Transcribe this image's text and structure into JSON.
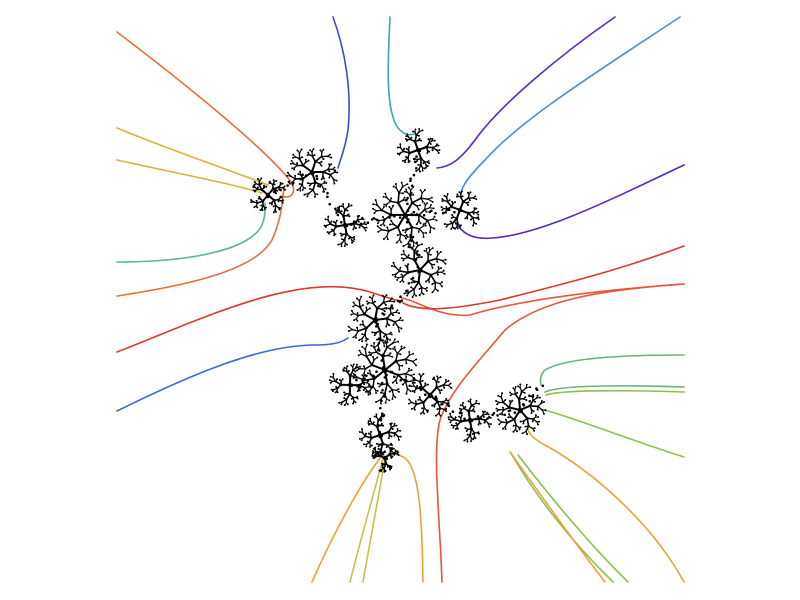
{
  "figure": {
    "background": "#ffffff",
    "julia_color": "#000000",
    "external_rays": [
      {
        "id": "ray-1",
        "color": "#e8703a"
      },
      {
        "id": "ray-2",
        "color": "#d9b43a"
      },
      {
        "id": "ray-3",
        "color": "#d9b43a"
      },
      {
        "id": "ray-4",
        "color": "#5ab4a0"
      },
      {
        "id": "ray-5",
        "color": "#e8703a"
      },
      {
        "id": "ray-6",
        "color": "#3a4fd0"
      },
      {
        "id": "ray-7",
        "color": "#3fa3b0"
      },
      {
        "id": "ray-8",
        "color": "#5b2bb8"
      },
      {
        "id": "ray-9",
        "color": "#4a8fcf"
      },
      {
        "id": "ray-10",
        "color": "#5b2bb8"
      },
      {
        "id": "ray-11",
        "color": "#d93a2b"
      },
      {
        "id": "ray-12",
        "color": "#e8553a"
      },
      {
        "id": "ray-13",
        "color": "#d93a2b"
      },
      {
        "id": "ray-14",
        "color": "#3a6ad0"
      },
      {
        "id": "ray-15",
        "color": "#66b57a"
      },
      {
        "id": "ray-16",
        "color": "#66b57a"
      },
      {
        "id": "ray-17",
        "color": "#8cc24a"
      },
      {
        "id": "ray-18",
        "color": "#8cc24a"
      },
      {
        "id": "ray-19",
        "color": "#e8a23a"
      },
      {
        "id": "ray-20",
        "color": "#8cc24a"
      },
      {
        "id": "ray-21",
        "color": "#8cc24a"
      },
      {
        "id": "ray-22",
        "color": "#e8a23a"
      },
      {
        "id": "ray-23",
        "color": "#e8553a"
      },
      {
        "id": "ray-24",
        "color": "#e8a23a"
      },
      {
        "id": "ray-25",
        "color": "#c8c24a"
      },
      {
        "id": "ray-26",
        "color": "#c8c24a"
      },
      {
        "id": "ray-27",
        "color": "#e8a23a"
      }
    ]
  }
}
